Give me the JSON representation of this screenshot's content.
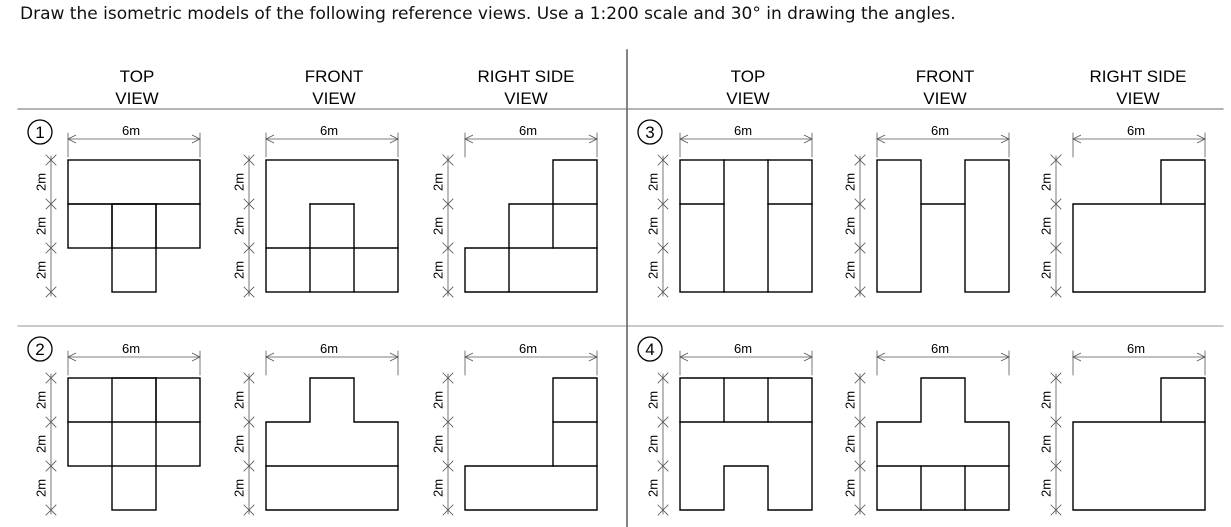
{
  "instruction": "Draw the isometric models of the following reference views. Use a 1:200 scale and 30° in drawing the angles.",
  "headers": {
    "top": [
      "TOP",
      "VIEW"
    ],
    "front": [
      "FRONT",
      "VIEW"
    ],
    "right": [
      "RIGHT SIDE",
      "VIEW"
    ]
  },
  "dimension_width": "6m",
  "dimension_height": "2m",
  "problems": [
    {
      "number": "1"
    },
    {
      "number": "2"
    },
    {
      "number": "3"
    },
    {
      "number": "4"
    }
  ]
}
